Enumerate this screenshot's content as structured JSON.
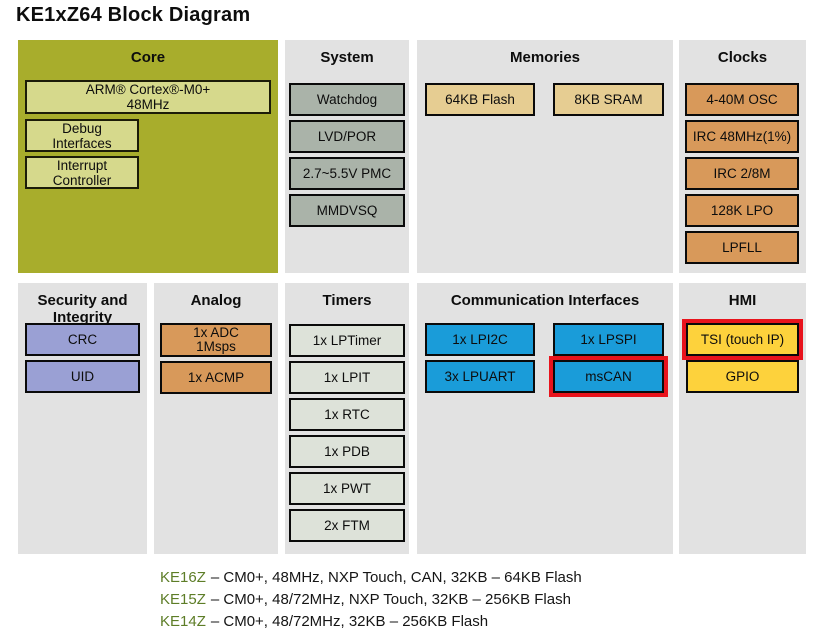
{
  "page_title": "KE1xZ64 Block Diagram",
  "core": {
    "title": "Core",
    "arm_line1": "ARM® Cortex®-M0+",
    "arm_line2": "48MHz",
    "debug_line1": "Debug",
    "debug_line2": "Interfaces",
    "interrupt_line1": "Interrupt",
    "interrupt_line2": "Controller"
  },
  "system": {
    "title": "System",
    "boxes": [
      "Watchdog",
      "LVD/POR",
      "2.7~5.5V PMC",
      "MMDVSQ"
    ]
  },
  "memories": {
    "title": "Memories",
    "boxes": [
      "64KB Flash",
      "8KB SRAM"
    ]
  },
  "clocks": {
    "title": "Clocks",
    "boxes": [
      "4-40M OSC",
      "IRC 48MHz(1%)",
      "IRC 2/8M",
      "128K LPO",
      "LPFLL"
    ]
  },
  "security": {
    "title_line1": "Security and",
    "title_line2": "Integrity",
    "boxes": [
      "CRC",
      "UID"
    ]
  },
  "analog": {
    "title": "Analog",
    "adc_line1": "1x ADC",
    "adc_line2": "1Msps",
    "acmp": "1x ACMP"
  },
  "timers": {
    "title": "Timers",
    "boxes": [
      "1x LPTimer",
      "1x LPIT",
      "1x RTC",
      "1x PDB",
      "1x PWT",
      "2x FTM"
    ]
  },
  "comm": {
    "title": "Communication Interfaces",
    "boxes": [
      "1x LPI2C",
      "1x LPSPI",
      "3x LPUART",
      "msCAN"
    ]
  },
  "hmi": {
    "title": "HMI",
    "boxes": [
      "TSI (touch IP)",
      "GPIO"
    ]
  },
  "footnotes": [
    {
      "model": "KE16Z",
      "desc": "– CM0+, 48MHz, NXP Touch, CAN, 32KB – 64KB Flash"
    },
    {
      "model": "KE15Z",
      "desc": "– CM0+, 48/72MHz, NXP Touch, 32KB – 256KB Flash"
    },
    {
      "model": "KE14Z",
      "desc": "– CM0+, 48/72MHz, 32KB – 256KB Flash"
    }
  ],
  "colors": {
    "core_bg": "#a8ad2c",
    "core_box": "#d6d98c",
    "panel_bg": "#e2e2e2",
    "system_box": "#aab3a9",
    "timer_box": "#dde2d9",
    "memory_box": "#e6cd92",
    "orange_box": "#d8995a",
    "security_box": "#9aa0d4",
    "comm_box": "#1a9cd9",
    "hmi_box": "#fdd23c",
    "highlight_red": "#e8131c",
    "footnote_green": "#5d7d27"
  }
}
